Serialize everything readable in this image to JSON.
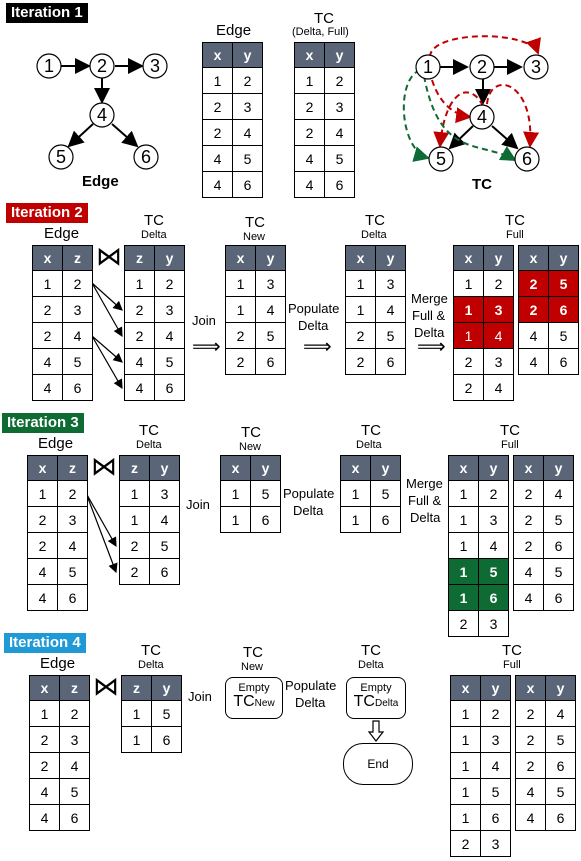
{
  "iterations": {
    "it1": {
      "label": "Iteration 1",
      "color": "#000000"
    },
    "it2": {
      "label": "Iteration 2",
      "color": "#c00000"
    },
    "it3": {
      "label": "Iteration 3",
      "color": "#0d6b33"
    },
    "it4": {
      "label": "Iteration 4",
      "color": "#1f9ad6"
    }
  },
  "graph": {
    "nodes": [
      "1",
      "2",
      "3",
      "4",
      "5",
      "6"
    ],
    "edge_caption": "Edge",
    "tc_caption": "TC"
  },
  "captions": {
    "edge": "Edge",
    "tc": "TC",
    "tc_sub_delta_full": "(Delta, Full)",
    "delta": "Delta",
    "new": "New",
    "full": "Full",
    "join": "Join",
    "populate": "Populate",
    "populate_delta": "Delta",
    "merge": "Merge",
    "merge_full": "Full &",
    "merge_delta": "Delta",
    "empty": "Empty",
    "tc_new_sub": "New",
    "tc_delta_sub": "Delta",
    "end": "End",
    "join_symbol": "⋈",
    "arrow_symbol": "⟹"
  },
  "tables": {
    "edge_xy": {
      "headers": [
        "x",
        "y"
      ],
      "rows": [
        [
          "1",
          "2"
        ],
        [
          "2",
          "3"
        ],
        [
          "2",
          "4"
        ],
        [
          "4",
          "5"
        ],
        [
          "4",
          "6"
        ]
      ]
    },
    "tc_xy": {
      "headers": [
        "x",
        "y"
      ],
      "rows": [
        [
          "1",
          "2"
        ],
        [
          "2",
          "3"
        ],
        [
          "2",
          "4"
        ],
        [
          "4",
          "5"
        ],
        [
          "4",
          "6"
        ]
      ]
    },
    "edge_xz": {
      "headers": [
        "x",
        "z"
      ],
      "rows": [
        [
          "1",
          "2"
        ],
        [
          "2",
          "3"
        ],
        [
          "2",
          "4"
        ],
        [
          "4",
          "5"
        ],
        [
          "4",
          "6"
        ]
      ]
    },
    "it2_delta": {
      "headers": [
        "z",
        "y"
      ],
      "rows": [
        [
          "1",
          "2"
        ],
        [
          "2",
          "3"
        ],
        [
          "2",
          "4"
        ],
        [
          "4",
          "5"
        ],
        [
          "4",
          "6"
        ]
      ]
    },
    "it2_new": {
      "headers": [
        "x",
        "y"
      ],
      "rows": [
        [
          "1",
          "3"
        ],
        [
          "1",
          "4"
        ],
        [
          "2",
          "5"
        ],
        [
          "2",
          "6"
        ]
      ]
    },
    "it2_delta2": {
      "headers": [
        "x",
        "y"
      ],
      "rows": [
        [
          "1",
          "3"
        ],
        [
          "1",
          "4"
        ],
        [
          "2",
          "5"
        ],
        [
          "2",
          "6"
        ]
      ]
    },
    "it2_full_a": {
      "headers": [
        "x",
        "y"
      ],
      "rows": [
        [
          "1",
          "2"
        ],
        [
          "1",
          "3"
        ],
        [
          "1",
          "4"
        ],
        [
          "2",
          "3"
        ],
        [
          "2",
          "4"
        ]
      ]
    },
    "it2_full_b": {
      "headers": [
        "x",
        "y"
      ],
      "rows": [
        [
          "2",
          "5"
        ],
        [
          "2",
          "6"
        ],
        [
          "4",
          "5"
        ],
        [
          "4",
          "6"
        ]
      ]
    },
    "it3_delta": {
      "headers": [
        "z",
        "y"
      ],
      "rows": [
        [
          "1",
          "3"
        ],
        [
          "1",
          "4"
        ],
        [
          "2",
          "5"
        ],
        [
          "2",
          "6"
        ]
      ]
    },
    "it3_new": {
      "headers": [
        "x",
        "y"
      ],
      "rows": [
        [
          "1",
          "5"
        ],
        [
          "1",
          "6"
        ]
      ]
    },
    "it3_delta2": {
      "headers": [
        "x",
        "y"
      ],
      "rows": [
        [
          "1",
          "5"
        ],
        [
          "1",
          "6"
        ]
      ]
    },
    "it3_full_a": {
      "headers": [
        "x",
        "y"
      ],
      "rows": [
        [
          "1",
          "2"
        ],
        [
          "1",
          "3"
        ],
        [
          "1",
          "4"
        ],
        [
          "1",
          "5"
        ],
        [
          "1",
          "6"
        ],
        [
          "2",
          "3"
        ]
      ]
    },
    "it3_full_b": {
      "headers": [
        "x",
        "y"
      ],
      "rows": [
        [
          "2",
          "4"
        ],
        [
          "2",
          "5"
        ],
        [
          "2",
          "6"
        ],
        [
          "4",
          "5"
        ],
        [
          "4",
          "6"
        ]
      ]
    },
    "it4_delta": {
      "headers": [
        "z",
        "y"
      ],
      "rows": [
        [
          "1",
          "5"
        ],
        [
          "1",
          "6"
        ]
      ]
    },
    "it4_full_a": {
      "headers": [
        "x",
        "y"
      ],
      "rows": [
        [
          "1",
          "2"
        ],
        [
          "1",
          "3"
        ],
        [
          "1",
          "4"
        ],
        [
          "1",
          "5"
        ],
        [
          "1",
          "6"
        ],
        [
          "2",
          "3"
        ]
      ]
    },
    "it4_full_b": {
      "headers": [
        "x",
        "y"
      ],
      "rows": [
        [
          "2",
          "4"
        ],
        [
          "2",
          "5"
        ],
        [
          "2",
          "6"
        ],
        [
          "4",
          "5"
        ],
        [
          "4",
          "6"
        ]
      ]
    }
  }
}
